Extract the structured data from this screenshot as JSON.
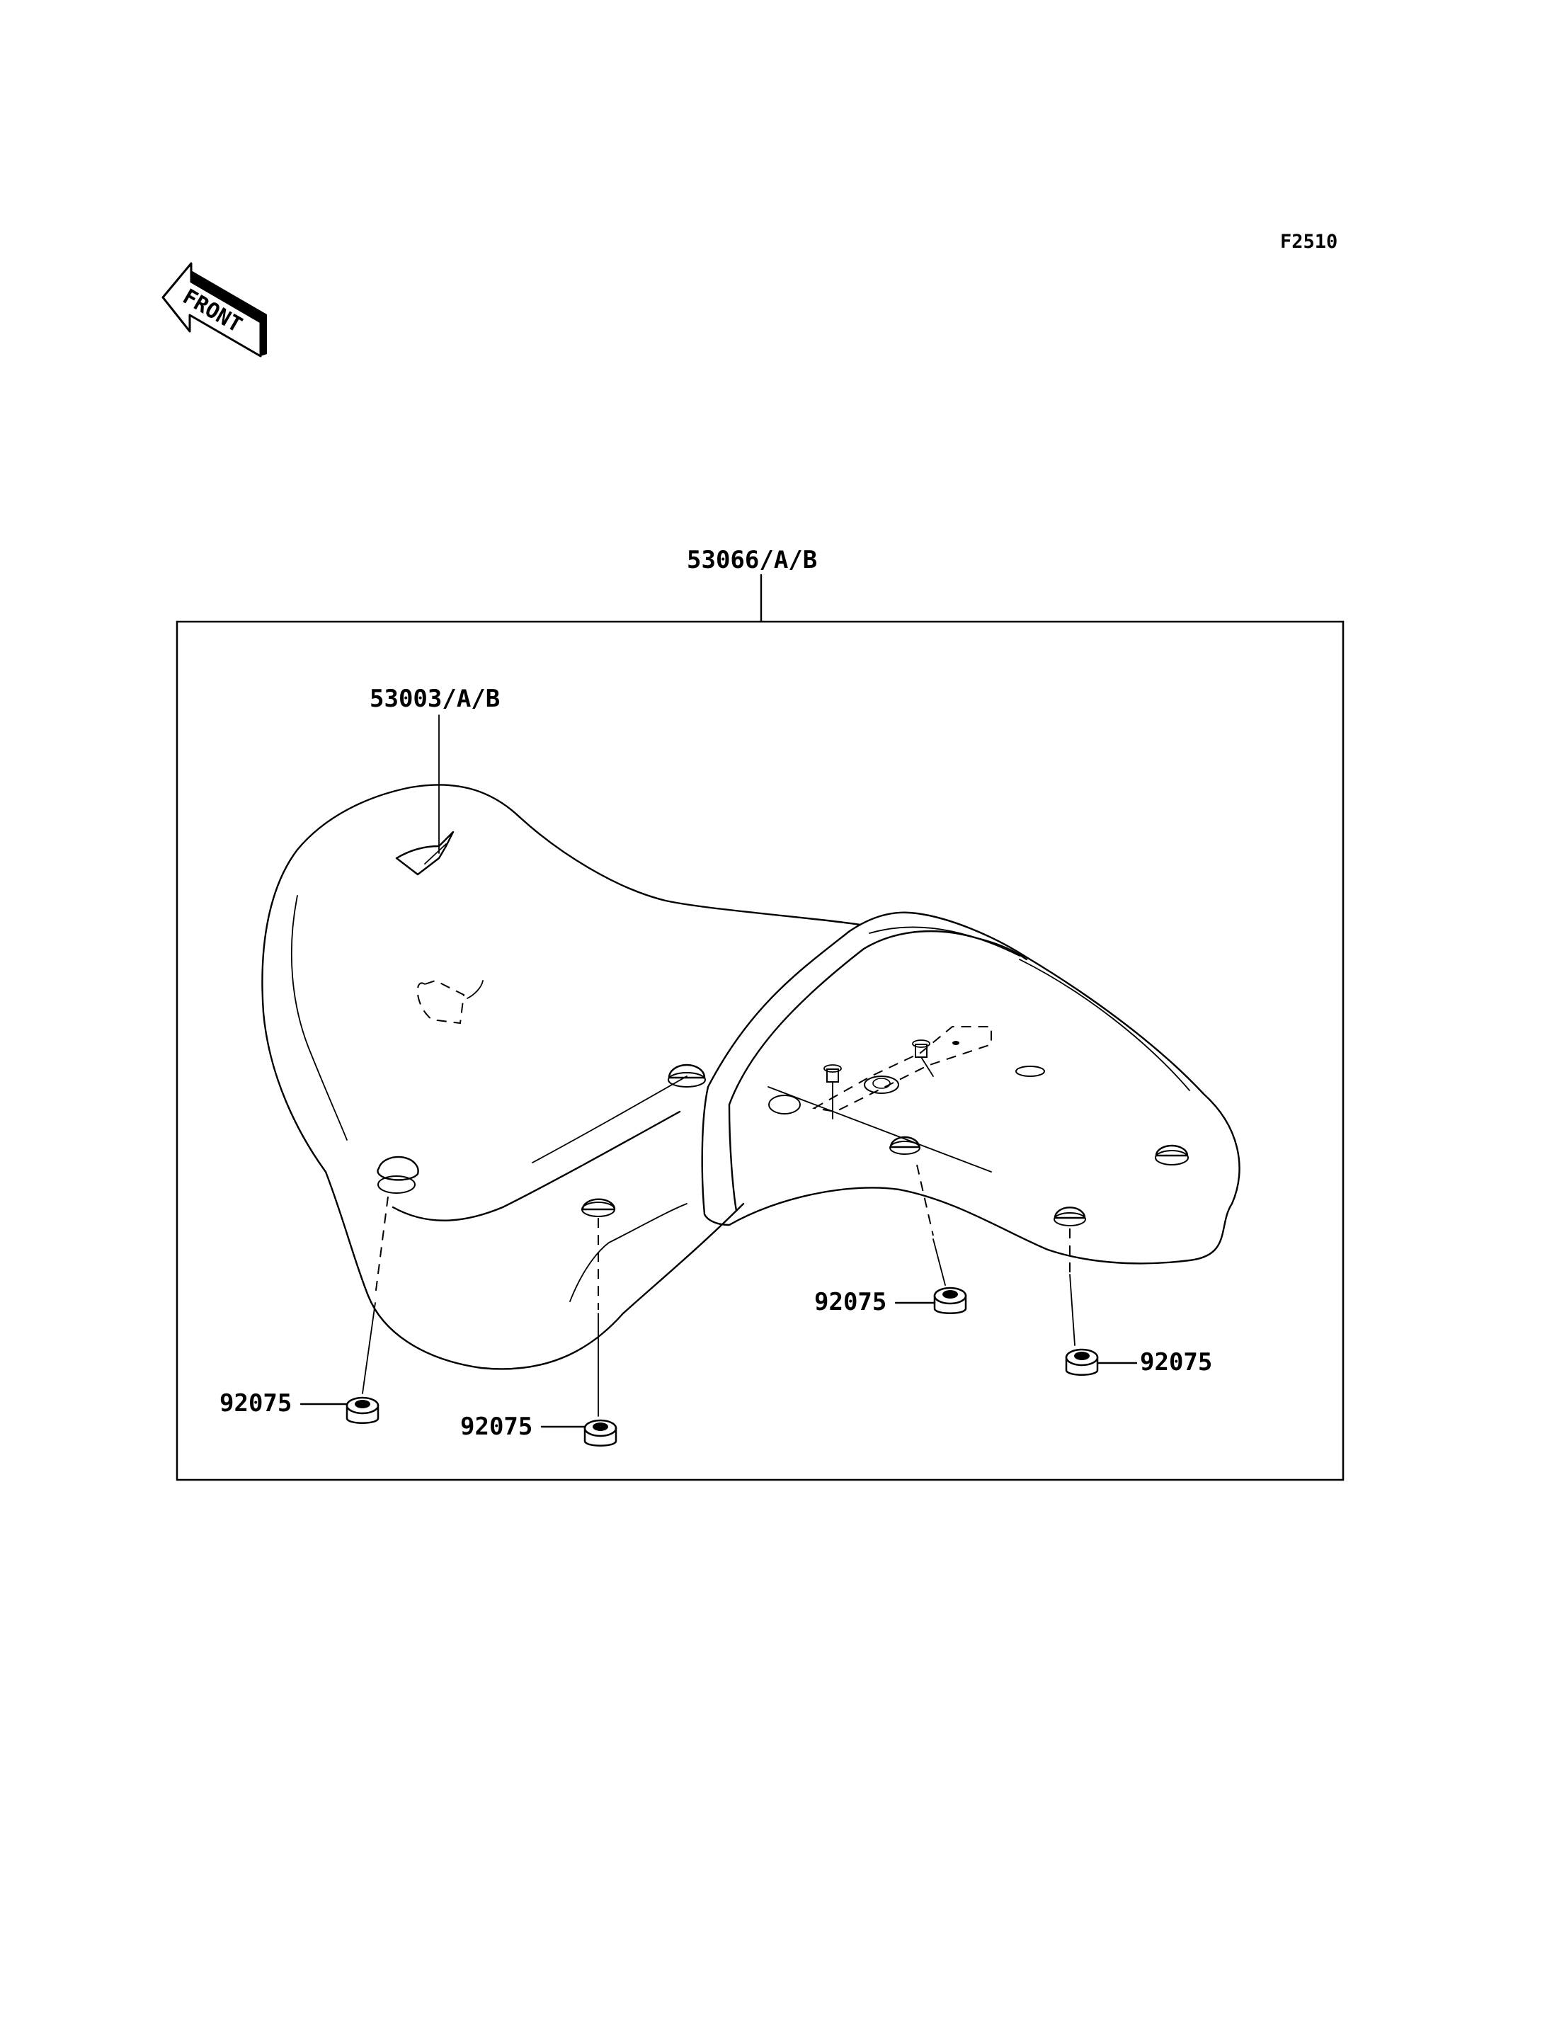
{
  "diagram_code": "F2510",
  "front_arrow": {
    "text": "FRONT",
    "icon": "front-direction-arrow-icon"
  },
  "parts": {
    "seat_assembly": "53066/A/B",
    "seat_cover": "53003/A/B",
    "damper_front_left": "92075",
    "damper_front_center": "92075",
    "damper_rear_center": "92075",
    "damper_rear_right": "92075"
  }
}
